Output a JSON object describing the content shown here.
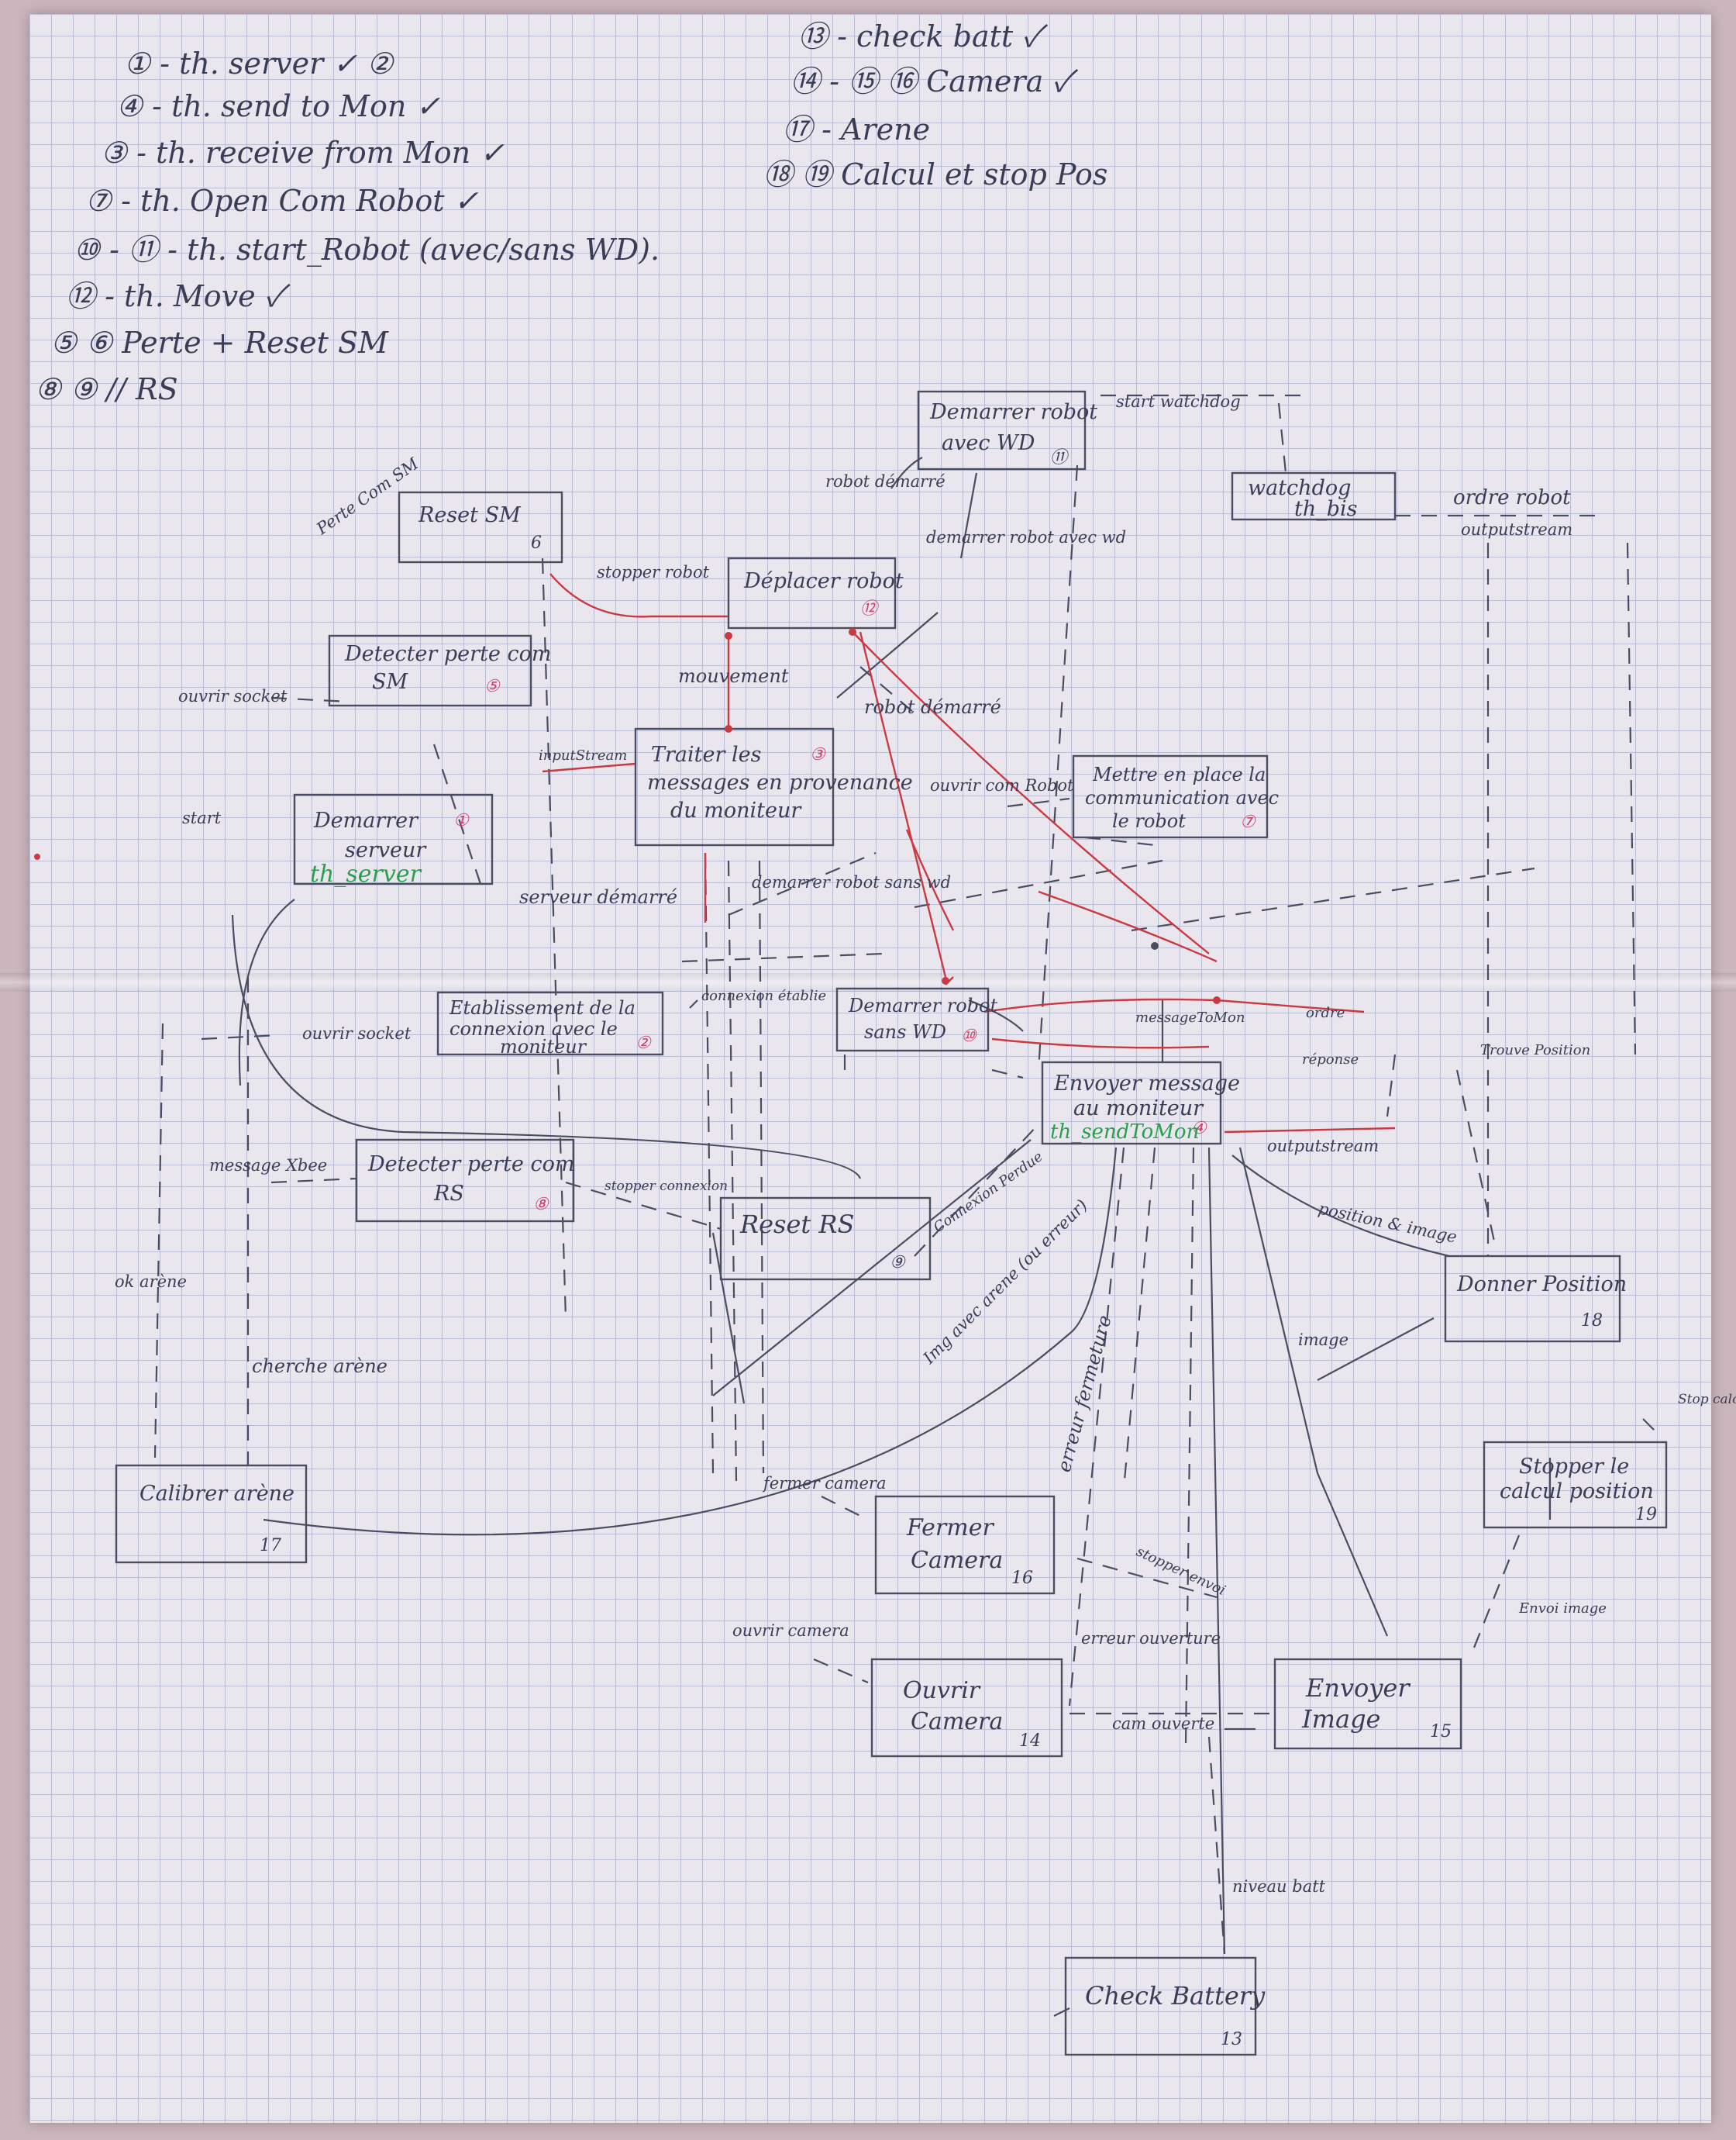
{
  "legend": [
    {
      "text": "① - th. server ✓ ②"
    },
    {
      "text": "④ - th. send to Mon ✓"
    },
    {
      "text": "③ - th. receive from Mon ✓"
    },
    {
      "text": "⑦ - th. Open Com Robot ✓"
    },
    {
      "text": "⑩ - ⑪ - th. start_Robot (avec/sans WD)."
    },
    {
      "text": "⑫ - th. Move ✓"
    },
    {
      "text": "⑤ ⑥ Perte + Reset SM"
    },
    {
      "text": "⑧ ⑨ // RS"
    },
    {
      "text": "⑬ - check batt ✓"
    },
    {
      "text": "⑭ - ⑮ ⑯ Camera ✓"
    },
    {
      "text": "⑰ - Arene"
    },
    {
      "text": "⑱ ⑲ Calcul et stop Pos"
    }
  ],
  "boxes": [
    {
      "id": "reset_sm",
      "lines": [
        "Reset SM"
      ],
      "num": "6"
    },
    {
      "id": "detect_sm",
      "lines": [
        "Detecter perte com",
        "SM"
      ],
      "num": "⑤"
    },
    {
      "id": "demarrer_serveur",
      "lines": [
        "Demarrer",
        "serveur"
      ],
      "num": "①",
      "green": "th_server"
    },
    {
      "id": "deplacer_robot",
      "lines": [
        "Déplacer robot"
      ],
      "num": "⑫"
    },
    {
      "id": "demarrer_robot_wd",
      "lines": [
        "Demarrer robot",
        "avec WD"
      ],
      "num": "⑪"
    },
    {
      "id": "watchdog",
      "lines": [
        "watchdog",
        "th_bis"
      ],
      "num": ""
    },
    {
      "id": "traiter_messages",
      "lines": [
        "Traiter les",
        "messages en provenance",
        "du moniteur"
      ],
      "num": "③"
    },
    {
      "id": "mettre_en_place",
      "lines": [
        "Mettre en place la",
        "communication avec",
        "le robot"
      ],
      "num": "⑦"
    },
    {
      "id": "etablissement",
      "lines": [
        "Etablissement de la",
        "connexion avec le",
        "moniteur"
      ],
      "num": "②"
    },
    {
      "id": "demarrer_robot_sans_wd",
      "lines": [
        "Demarrer robot",
        "sans WD"
      ],
      "num": "⑩"
    },
    {
      "id": "envoyer_message",
      "lines": [
        "Envoyer message",
        "au moniteur"
      ],
      "num": "④",
      "green": "th_sendtomon"
    },
    {
      "id": "detecter_rs",
      "lines": [
        "Detecter perte com",
        "RS"
      ],
      "num": "⑧"
    },
    {
      "id": "reset_rs",
      "lines": [
        "Reset RS"
      ],
      "num": "⑨"
    },
    {
      "id": "donner_position",
      "lines": [
        "Donner Position"
      ],
      "num": "18"
    },
    {
      "id": "calibrer_arene",
      "lines": [
        "Calibrer arène"
      ],
      "num": "17"
    },
    {
      "id": "stopper_calcul",
      "lines": [
        "Stopper le",
        "calcul position"
      ],
      "num": "19"
    },
    {
      "id": "fermer_camera",
      "lines": [
        "Fermer",
        "Camera"
      ],
      "num": "16"
    },
    {
      "id": "ouvrir_camera",
      "lines": [
        "Ouvrir",
        "Camera"
      ],
      "num": "14"
    },
    {
      "id": "envoyer_image",
      "lines": [
        "Envoyer",
        "Image"
      ],
      "num": "15"
    },
    {
      "id": "check_battery",
      "lines": [
        "Check Battery"
      ],
      "num": "13"
    }
  ],
  "labels": {
    "start_watchdog": "start watchdog",
    "ordre_robot": "ordre robot",
    "outputstream_top": "outputstream",
    "robot_demarre_top": "robot démarré",
    "demarrer_robot_avec_wd": "demarrer robot avec wd",
    "stopper_robot": "stopper robot",
    "perte_comsm": "Perte Com SM",
    "mouvement": "mouvement",
    "ouvrir_socket_sm": "ouvrir socket",
    "robot_demarre": "robot démarré",
    "inputstream": "inputStream",
    "ouvrir_com_robot": "ouvrir com Robot",
    "start": "start",
    "serveur_demarre": "serveur démarré",
    "demarrer_robot_sans_wd": "demarrer robot sans wd",
    "connexion_etablie": "connexion établie",
    "ouvrir_socket": "ouvrir socket",
    "message_to_mon": "messageToMon",
    "ordre": "ordre",
    "reponse": "réponse",
    "trouve_position": "Trouve Position",
    "outputstream": "outputstream",
    "message_xbee": "message Xbee",
    "stopper_connexion": "stopper connexion",
    "connexion_perdue": "Connexion Perdue",
    "position_image": "position & image",
    "ok_arene": "ok arène",
    "cherche_arene": "cherche arène",
    "image_avec_arene": "Img avec arene (ou erreur)",
    "erreur_fermeture": "erreur fermeture",
    "image": "image",
    "stopper_calcul_pos": "Stop calcul pos",
    "fermer_camera": "fermer camera",
    "stopper_envoi": "stopper envoi",
    "envoi_image": "Envoi image",
    "ouvrir_camera": "ouvrir camera",
    "erreur_ouverture": "erreur ouverture",
    "cam_ouverte": "cam ouverte",
    "niveau_batt": "niveau batt",
    "th_server": "th_server",
    "th_sendtomon": "th_sendToMon"
  },
  "colors": {
    "ink": "#3b3d57",
    "red_ink": "#c93a42",
    "pink_num": "#d0406a",
    "green_check": "#2aa04f",
    "paper": "#e9e6ee",
    "grid": "#b8bdd3",
    "background": "#cbb6bd"
  }
}
